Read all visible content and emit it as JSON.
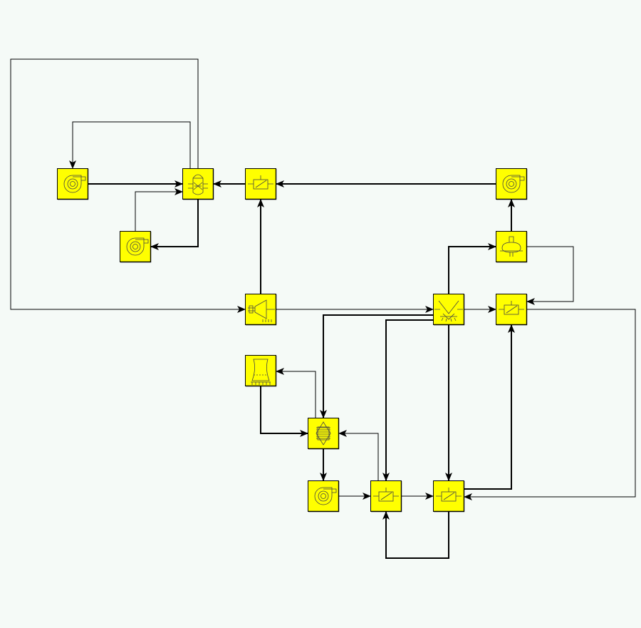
{
  "diagram": {
    "background_color": "#f5faf7",
    "node_fill_color": "#ffff00",
    "line_color": "#000000",
    "nodes": [
      {
        "id": "pump-1",
        "icon": "pump-icon"
      },
      {
        "id": "reactor",
        "icon": "reactor-icon"
      },
      {
        "id": "valve-1",
        "icon": "valve-icon"
      },
      {
        "id": "pump-2",
        "icon": "pump-icon"
      },
      {
        "id": "pump-3",
        "icon": "pump-icon"
      },
      {
        "id": "separator",
        "icon": "separator-icon"
      },
      {
        "id": "turbine",
        "icon": "turbine-icon"
      },
      {
        "id": "splitter",
        "icon": "splitter-icon"
      },
      {
        "id": "valve-2",
        "icon": "valve-icon"
      },
      {
        "id": "cooling-tower",
        "icon": "cooling-tower-icon"
      },
      {
        "id": "condenser",
        "icon": "heat-exchanger-icon"
      },
      {
        "id": "pump-4",
        "icon": "pump-icon"
      },
      {
        "id": "valve-3",
        "icon": "valve-icon"
      },
      {
        "id": "valve-4",
        "icon": "valve-icon"
      }
    ],
    "connections": [
      {
        "from": "pump-1",
        "to": "reactor"
      },
      {
        "from": "reactor",
        "to": "pump-1"
      },
      {
        "from": "pump-3",
        "to": "reactor"
      },
      {
        "from": "reactor",
        "to": "pump-3"
      },
      {
        "from": "valve-1",
        "to": "reactor"
      },
      {
        "from": "pump-2",
        "to": "valve-1"
      },
      {
        "from": "turbine",
        "to": "valve-1"
      },
      {
        "from": "reactor",
        "to": "turbine"
      },
      {
        "from": "turbine",
        "to": "splitter"
      },
      {
        "from": "splitter",
        "to": "separator"
      },
      {
        "from": "separator",
        "to": "pump-2"
      },
      {
        "from": "separator",
        "to": "valve-2"
      },
      {
        "from": "splitter",
        "to": "valve-2"
      },
      {
        "from": "valve-2",
        "to": "valve-4"
      },
      {
        "from": "valve-4",
        "to": "valve-2"
      },
      {
        "from": "splitter",
        "to": "condenser"
      },
      {
        "from": "splitter",
        "to": "valve-3"
      },
      {
        "from": "splitter",
        "to": "valve-4"
      },
      {
        "from": "condenser",
        "to": "cooling-tower"
      },
      {
        "from": "cooling-tower",
        "to": "condenser"
      },
      {
        "from": "condenser",
        "to": "pump-4"
      },
      {
        "from": "pump-4",
        "to": "valve-3"
      },
      {
        "from": "valve-3",
        "to": "condenser"
      },
      {
        "from": "valve-3",
        "to": "valve-4"
      },
      {
        "from": "valve-4",
        "to": "valve-3"
      }
    ]
  }
}
